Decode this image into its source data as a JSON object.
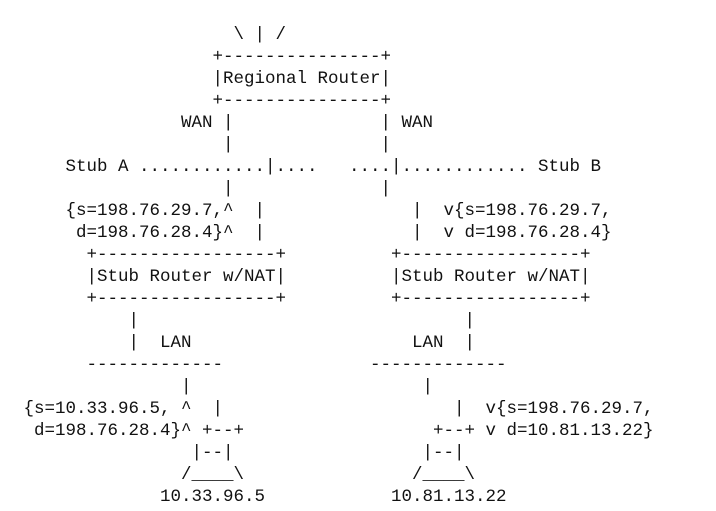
{
  "diagram": {
    "lines": [
      "",
      "                     \\ | /",
      "                   +---------------+",
      "                   |Regional Router|",
      "                   +---------------+",
      "                WAN |              | WAN",
      "                    |              |",
      "     Stub A ............|....   ....|............ Stub B",
      "                    |              |",
      "     {s=198.76.29.7,^  |              |  v{s=198.76.29.7,",
      "      d=198.76.28.4}^  |              |  v d=198.76.28.4}",
      "       +-----------------+          +-----------------+",
      "       |Stub Router w/NAT|          |Stub Router w/NAT|",
      "       +-----------------+          +-----------------+",
      "           |                               |",
      "           |  LAN                     LAN  |",
      "       -------------              -------------",
      "                |                      |",
      " {s=10.33.96.5, ^  |                      |  v{s=198.76.29.7,",
      "  d=198.76.28.4}^ +--+                  +--+ v d=10.81.13.22}",
      "                 |--|                  |--|",
      "                /____\\                /____\\",
      "              10.33.96.5            10.81.13.22"
    ]
  }
}
